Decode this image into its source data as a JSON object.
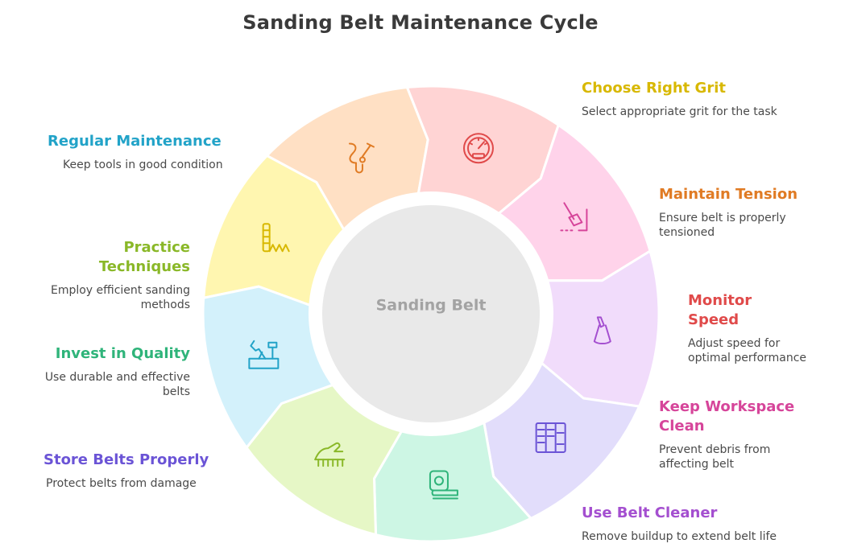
{
  "title": "Sanding Belt Maintenance Cycle",
  "center": {
    "label": "Sanding Belt"
  },
  "steps": [
    {
      "title": "Choose Right Grit",
      "desc": "Select appropriate grit for the task",
      "color": "#d8b800",
      "fill": "#fff6b0",
      "icon": "grit-saw-icon"
    },
    {
      "title": "Maintain Tension",
      "desc": "Ensure belt is properly tensioned",
      "color": "#e07b24",
      "fill": "#ffe0c4",
      "icon": "tension-clamp-icon"
    },
    {
      "title": "Monitor Speed",
      "desc": "Adjust speed for optimal performance",
      "color": "#e04a4a",
      "fill": "#ffd4d4",
      "icon": "speedometer-icon"
    },
    {
      "title": "Keep Workspace Clean",
      "desc": "Prevent debris from affecting belt",
      "color": "#d6459a",
      "fill": "#ffd3ea",
      "icon": "broom-icon"
    },
    {
      "title": "Use Belt Cleaner",
      "desc": "Remove buildup to extend belt life",
      "color": "#a44fd0",
      "fill": "#f1dcfb",
      "icon": "cleaner-icon"
    },
    {
      "title": "Store Belts Properly",
      "desc": "Protect belts from damage",
      "color": "#6b54d6",
      "fill": "#e2ddfb",
      "icon": "storage-cabinet-icon"
    },
    {
      "title": "Invest in Quality",
      "desc": "Use durable and effective belts",
      "color": "#2fb47a",
      "fill": "#cdf6e4",
      "icon": "tape-roll-icon"
    },
    {
      "title": "Practice Techniques",
      "desc": "Employ efficient sanding methods",
      "color": "#8ab828",
      "fill": "#e6f7c6",
      "icon": "hand-sanding-icon"
    },
    {
      "title": "Regular Maintenance",
      "desc": "Keep tools in good condition",
      "color": "#22a3c8",
      "fill": "#d3f1fb",
      "icon": "toolbox-icon"
    }
  ]
}
